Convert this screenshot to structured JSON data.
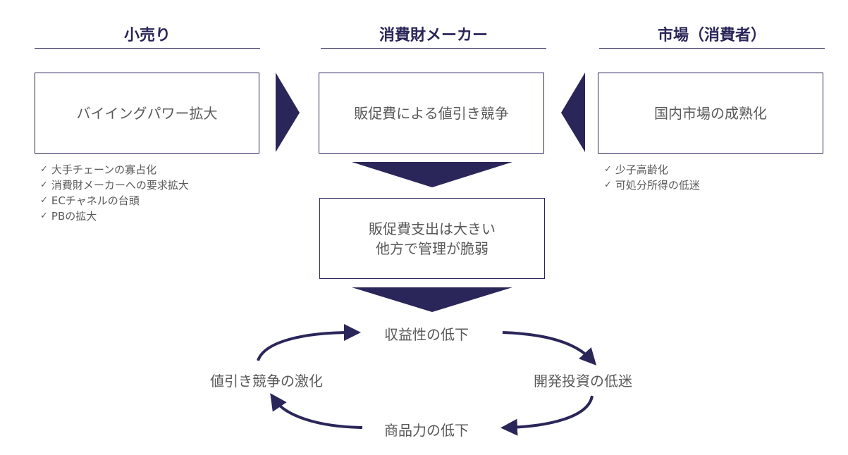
{
  "columns": [
    {
      "title": "小売り",
      "box": "バイイングパワー拡大",
      "points": [
        "大手チェーンの寡占化",
        "消費財メーカーへの要求拡大",
        "ECチャネルの台頭",
        "PBの拡大"
      ]
    },
    {
      "title": "消費財メーカー",
      "box": "販促費による値引き競争"
    },
    {
      "title": "市場（消費者）",
      "box": "国内市場の成熟化",
      "points": [
        "少子高齢化",
        "可処分所得の低迷"
      ]
    }
  ],
  "middle_box": {
    "line1": "販促費支出は大きい",
    "line2": "他方で管理が脆弱"
  },
  "cycle": {
    "top": "収益性の低下",
    "right": "開発投資の低迷",
    "bottom": "商品力の低下",
    "left": "値引き競争の激化"
  },
  "check_icon": "✓",
  "colors": {
    "accent": "#2b2659",
    "text": "#595959",
    "border": "#2b2659"
  }
}
